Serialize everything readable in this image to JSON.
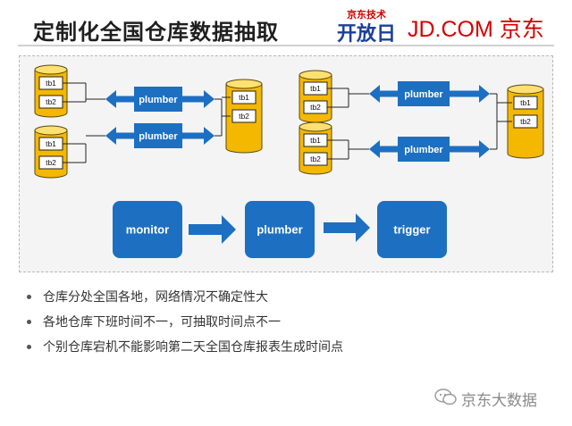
{
  "title": "定制化全国仓库数据抽取",
  "logos": {
    "kaifang_top": "京东技术",
    "kaifang_main": "开放日",
    "jd": "JD.COM 京东"
  },
  "colors": {
    "cylinder_fill": "#f5b800",
    "cylinder_top": "#ffe070",
    "box_blue": "#1d6fc2",
    "arrow_blue": "#1d6fc2",
    "connector": "#222222"
  },
  "diagram": {
    "left_group": {
      "sources": [
        {
          "tables": [
            "tb1",
            "tb2"
          ]
        },
        {
          "tables": [
            "tb1",
            "tb2"
          ]
        }
      ],
      "plumbers": [
        "plumber",
        "plumber"
      ],
      "target": {
        "tables": [
          "tb1",
          "tb2"
        ]
      }
    },
    "right_group": {
      "sources": [
        {
          "tables": [
            "tb1",
            "tb2"
          ]
        },
        {
          "tables": [
            "tb1",
            "tb2"
          ]
        }
      ],
      "plumbers": [
        "plumber",
        "plumber"
      ],
      "target": {
        "tables": [
          "tb1",
          "tb2"
        ]
      }
    },
    "flow": [
      "monitor",
      "plumber",
      "trigger"
    ]
  },
  "bullets": [
    "仓库分处全国各地，网络情况不确定性大",
    "各地仓库下班时间不一，可抽取时间点不一",
    "个别仓库宕机不能影响第二天全国仓库报表生成时间点"
  ],
  "watermark": "京东大数据"
}
